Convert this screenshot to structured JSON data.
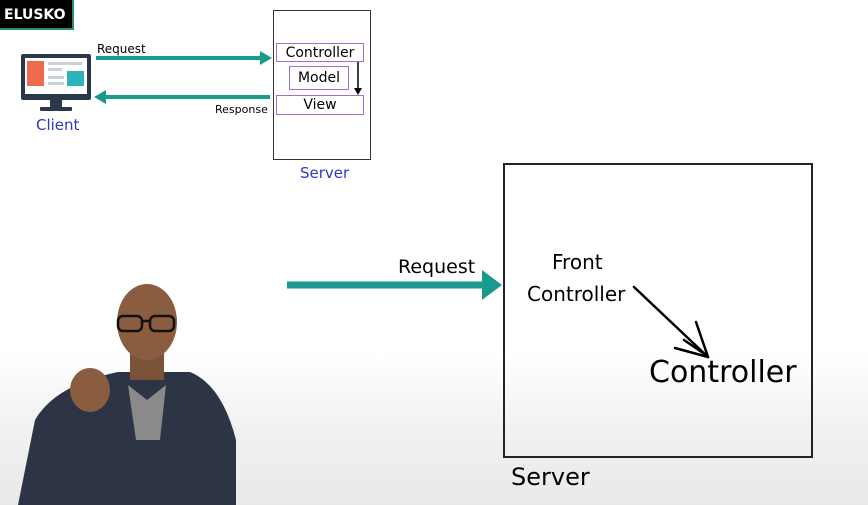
{
  "logo": {
    "text": "ELUSKO"
  },
  "small_diagram": {
    "request_label": "Request",
    "response_label": "Response",
    "client_label": "Client",
    "server_label": "Server",
    "server_components": [
      "Controller",
      "Model",
      "View"
    ]
  },
  "large_diagram": {
    "request_label": "Request",
    "front_controller_line1": "Front",
    "front_controller_line2": "Controller",
    "controller_label": "Controller",
    "server_label": "Server"
  },
  "colors": {
    "arrow_teal": "#1a9a8a",
    "client_blue": "#2a3bbf",
    "component_border": "#a36bd9",
    "monitor_dark": "#2b3a4a",
    "monitor_orange": "#f06a50",
    "monitor_teal": "#2ab3b8"
  }
}
